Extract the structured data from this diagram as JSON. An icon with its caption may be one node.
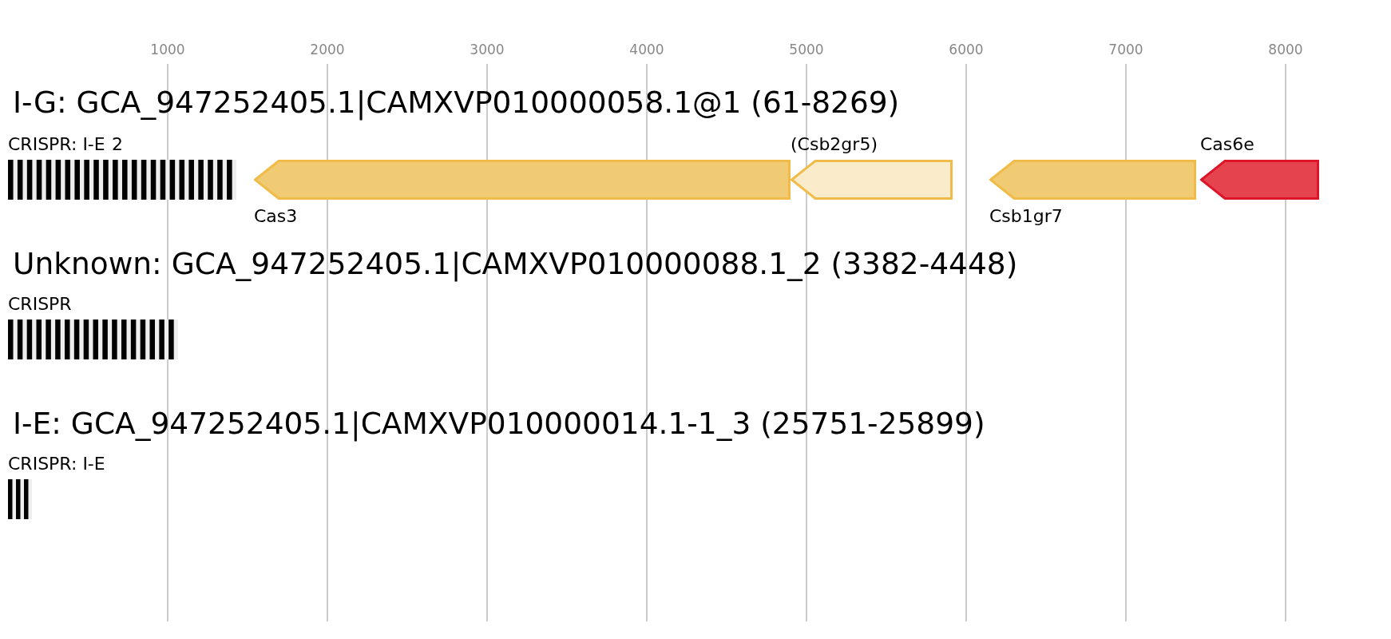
{
  "diagram": {
    "nodes": [
      {
        "text": [],
        "shape": "bar",
        "beside": [
          "CRISPR: I-E"
        ]
      },
      {
        "text": [],
        "shape": "arrow",
        "beside": [
          "Cas3"
        ]
      },
      {
        "text": [],
        "shape": "arrow",
        "beside": [
          "(Csb2gr5)"
        ]
      },
      {
        "text": [],
        "shape": "arrow",
        "beside": [
          "Csb1gr7"
        ]
      },
      {
        "text": [],
        "shape": "arrow",
        "beside": [
          "Cas6e"
        ]
      },
      {
        "text": [],
        "shape": "bar",
        "beside": [
          "CRISPR"
        ]
      },
      {
        "text": [],
        "shape": "bar",
        "beside": [
          "CRISPR: I-E"
        ]
      }
    ],
    "edges": [],
    "labels": [
      "1000",
      "2000",
      "3000",
      "4000",
      "5000",
      "6000",
      "7000",
      "8000",
      "I-G: GCA_947252405.1|CAMXVP010000058.1@1 (61-8269)",
      "2",
      "Unknown: GCA_947252405.1|CAMXVP010000088.1_2 (3382-4448)",
      "I-E: GCA_947252405.1|CAMXVP010000014.1-1_3 (25751-25899)"
    ]
  }
}
